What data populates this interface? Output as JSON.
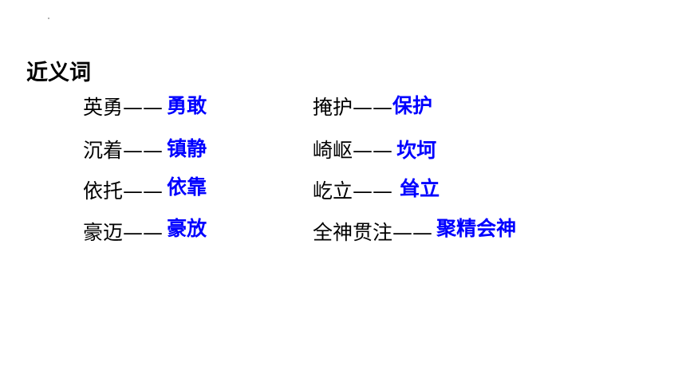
{
  "heading": "近义词",
  "pairs": [
    {
      "term": "英勇",
      "dash": "——",
      "synonym": "勇敢"
    },
    {
      "term": "沉着",
      "dash": "——",
      "synonym": "镇静"
    },
    {
      "term": "依托",
      "dash": "——",
      "synonym": "依靠"
    },
    {
      "term": "豪迈",
      "dash": "——",
      "synonym": "豪放"
    },
    {
      "term": "掩护",
      "dash": "——",
      "synonym": "保护"
    },
    {
      "term": "崎岖",
      "dash": "——",
      "synonym": "坎坷"
    },
    {
      "term": "屹立",
      "dash": "——",
      "synonym": "耸立"
    },
    {
      "term": "全神贯注",
      "dash": "——",
      "synonym": "聚精会神"
    }
  ],
  "colors": {
    "term": "#000000",
    "synonym": "#0000ff"
  }
}
